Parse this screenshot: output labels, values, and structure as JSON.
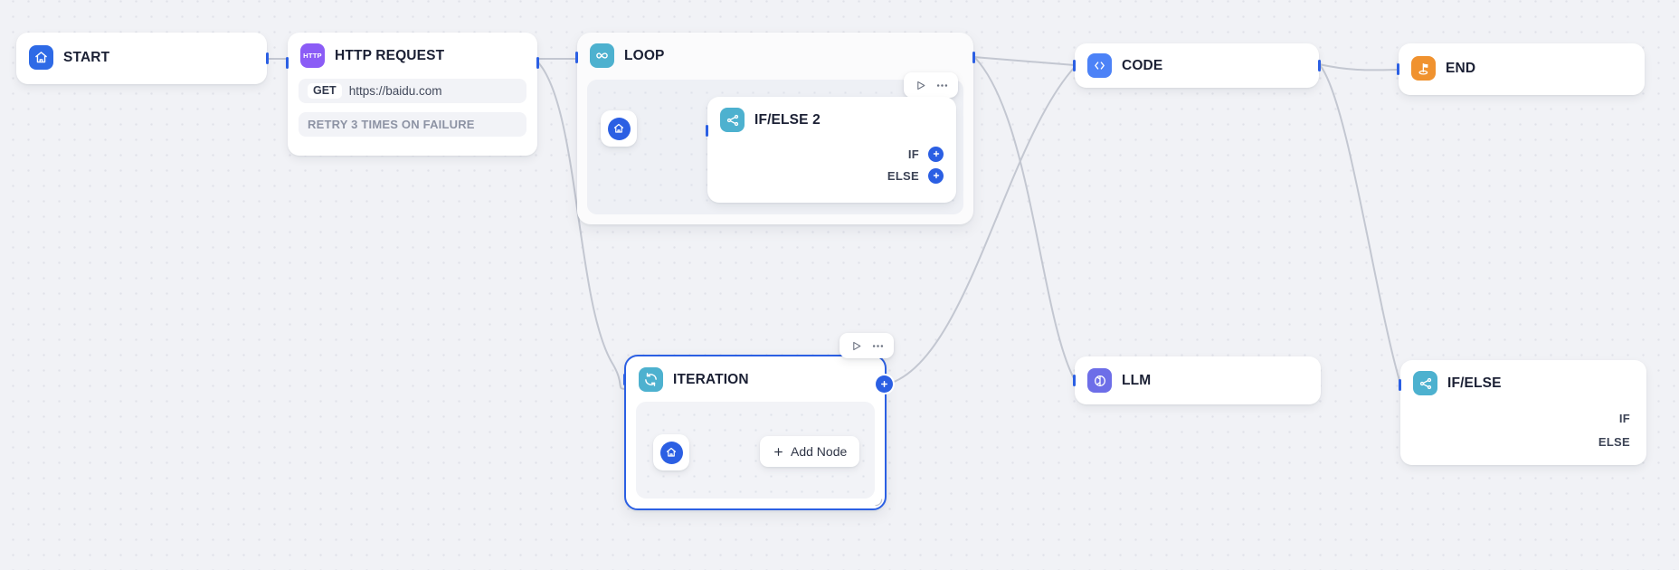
{
  "canvas": {
    "background_color": "#f1f2f6",
    "grid": "dot-grid"
  },
  "nodes": {
    "start": {
      "title": "START",
      "icon": "home-icon",
      "icon_color": "#2e6ae6"
    },
    "http_request": {
      "title": "HTTP REQUEST",
      "icon": "http-icon",
      "icon_color": "#8b5cf6",
      "icon_text": "HTTP",
      "method": "GET",
      "url": "https://baidu.com",
      "retry": "RETRY 3 TIMES ON FAILURE"
    },
    "loop": {
      "title": "LOOP",
      "icon": "infinity-icon",
      "icon_color": "#4db1cf",
      "toolbar": {
        "run_label": "play-icon",
        "more_label": "more-icon"
      },
      "child_start": {
        "icon": "home-icon"
      }
    },
    "if_else_2": {
      "title": "IF/ELSE 2",
      "icon": "branch-icon",
      "icon_color": "#4db1cf",
      "branches": [
        {
          "label": "IF",
          "add": "+"
        },
        {
          "label": "ELSE",
          "add": "+"
        }
      ]
    },
    "iteration": {
      "title": "ITERATION",
      "icon": "refresh-cycle-icon",
      "icon_color": "#4db1cf",
      "selected": true,
      "border_color": "#2b5fe3",
      "toolbar": {
        "run_label": "play-icon",
        "more_label": "more-icon"
      },
      "add_node_label": "Add Node",
      "add_node_plus": "+",
      "corner_plus": "+",
      "child_start": {
        "icon": "home-icon"
      }
    },
    "code": {
      "title": "CODE",
      "icon": "code-brackets-icon",
      "icon_color": "#4c82f7"
    },
    "end": {
      "title": "END",
      "icon": "flag-goal-icon",
      "icon_color": "#f0922f"
    },
    "llm": {
      "title": "LLM",
      "icon": "brain-circle-icon",
      "icon_color": "#6d6ee8"
    },
    "if_else": {
      "title": "IF/ELSE",
      "icon": "branch-icon",
      "icon_color": "#4db1cf",
      "branches": [
        {
          "label": "IF"
        },
        {
          "label": "ELSE"
        }
      ]
    }
  },
  "edges": [
    {
      "from": "start",
      "to": "http_request"
    },
    {
      "from": "http_request",
      "to": "loop"
    },
    {
      "from": "http_request",
      "to": "iteration"
    },
    {
      "from": "loop",
      "to": "code"
    },
    {
      "from": "loop",
      "to": "llm"
    },
    {
      "from": "iteration",
      "to": "code"
    },
    {
      "from": "code",
      "to": "end"
    },
    {
      "from": "code",
      "to": "if_else"
    },
    {
      "from": "loop_start",
      "to": "if_else_2"
    },
    {
      "from": "iteration_start",
      "to": "add_node"
    }
  ],
  "colors": {
    "handle": "#2b5fe3",
    "edge": "#c3c7d1",
    "edge_active": "#2b5fe3",
    "selection": "#2b5fe3"
  }
}
